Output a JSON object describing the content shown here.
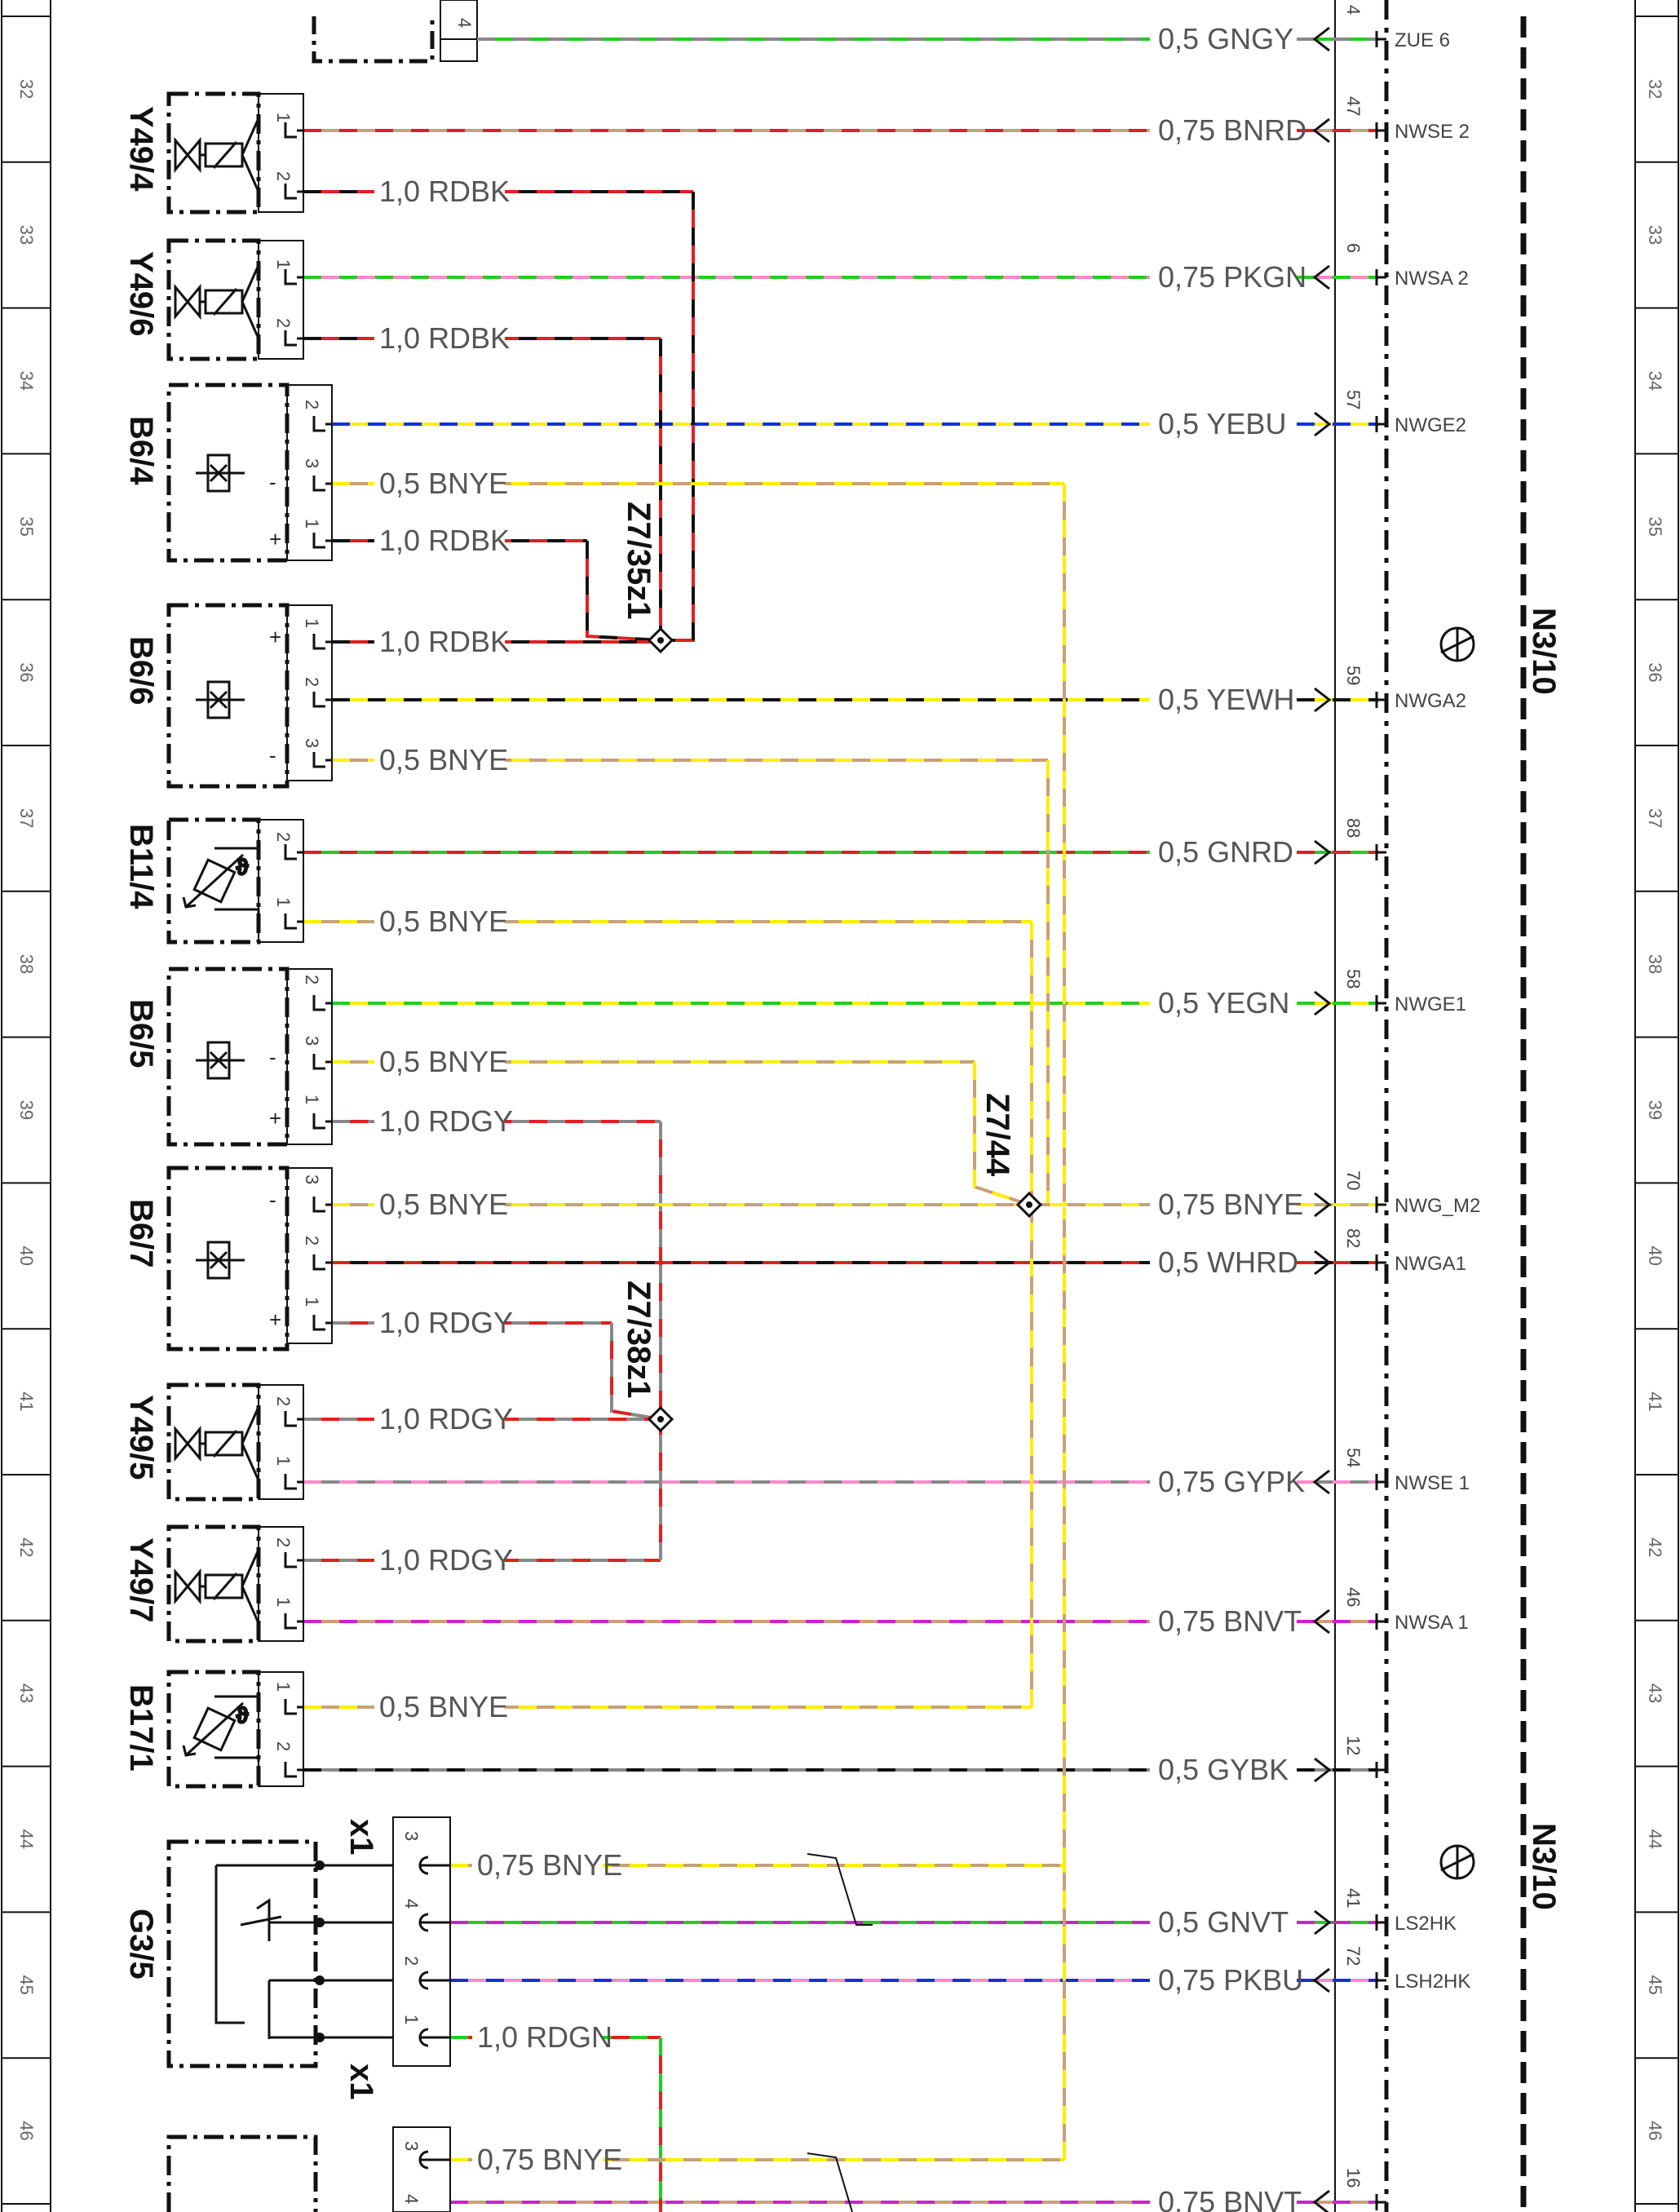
{
  "right_module": {
    "labels": [
      "N3/10",
      "N3/10"
    ]
  },
  "row_numbers": [
    "32",
    "33",
    "34",
    "35",
    "36",
    "37",
    "38",
    "39",
    "40",
    "41",
    "42",
    "43",
    "44",
    "45",
    "46"
  ],
  "components": [
    {
      "name": "Y49/4",
      "type": "valve"
    },
    {
      "name": "Y49/6",
      "type": "valve"
    },
    {
      "name": "B6/4",
      "type": "sensor"
    },
    {
      "name": "B6/6",
      "type": "sensor"
    },
    {
      "name": "B11/4",
      "type": "temp"
    },
    {
      "name": "B6/5",
      "type": "sensor"
    },
    {
      "name": "B6/7",
      "type": "sensor"
    },
    {
      "name": "Y49/5",
      "type": "valve"
    },
    {
      "name": "Y49/7",
      "type": "valve"
    },
    {
      "name": "B17/1",
      "type": "temp"
    },
    {
      "name": "G3/5",
      "type": "oxygen"
    }
  ],
  "connector_label": "x1",
  "splices": [
    "Z7/35z1",
    "Z7/44",
    "Z7/38z1"
  ],
  "wires": [
    {
      "size": "0,5",
      "color": "GNGY",
      "pin": "4",
      "signal": "ZUE 6",
      "colors": [
        "#22cc22",
        "#888888"
      ]
    },
    {
      "size": "0,75",
      "color": "BNRD",
      "pin": "47",
      "signal": "NWSE 2",
      "colors": [
        "#c8a078",
        "#e02020"
      ]
    },
    {
      "size": "0,75",
      "color": "PKGN",
      "pin": "6",
      "signal": "NWSA 2",
      "colors": [
        "#ff88cc",
        "#22cc22"
      ]
    },
    {
      "size": "0,5",
      "color": "YEBU",
      "pin": "57",
      "signal": "NWGE2",
      "colors": [
        "#ffee00",
        "#1030e0"
      ]
    },
    {
      "size": "0,5",
      "color": "YEWH",
      "pin": "59",
      "signal": "NWGA2",
      "colors": [
        "#ffee00",
        "#111111"
      ]
    },
    {
      "size": "0,5",
      "color": "GNRD",
      "pin": "88",
      "signal": "",
      "colors": [
        "#22cc22",
        "#e02020"
      ]
    },
    {
      "size": "0,5",
      "color": "YEGN",
      "pin": "58",
      "signal": "NWGE1",
      "colors": [
        "#ffee00",
        "#22cc22"
      ]
    },
    {
      "size": "0,75",
      "color": "BNYE",
      "pin": "70",
      "signal": "NWG_M2",
      "colors": [
        "#c8a078",
        "#ffee00"
      ]
    },
    {
      "size": "0,5",
      "color": "WHRD",
      "pin": "82",
      "signal": "NWGA1",
      "colors": [
        "#111111",
        "#e02020"
      ]
    },
    {
      "size": "0,75",
      "color": "GYPK",
      "pin": "54",
      "signal": "NWSE 1",
      "colors": [
        "#888888",
        "#ff88cc"
      ]
    },
    {
      "size": "0,75",
      "color": "BNVT",
      "pin": "46",
      "signal": "NWSA 1",
      "colors": [
        "#c8a078",
        "#cc22cc"
      ]
    },
    {
      "size": "0,5",
      "color": "GYBK",
      "pin": "12",
      "signal": "",
      "colors": [
        "#888888",
        "#111111"
      ]
    },
    {
      "size": "0,5",
      "color": "GNVT",
      "pin": "41",
      "signal": "LS2HK",
      "colors": [
        "#22cc22",
        "#cc22cc"
      ]
    },
    {
      "size": "0,75",
      "color": "PKBU",
      "pin": "72",
      "signal": "LSH2HK",
      "colors": [
        "#ff88cc",
        "#1030e0"
      ]
    },
    {
      "size": "0,75",
      "color": "BNVT",
      "pin": "16",
      "signal": "",
      "colors": [
        "#c8a078",
        "#cc22cc"
      ]
    }
  ],
  "left_wires": [
    {
      "size": "1,0",
      "color": "RDBK",
      "colors": [
        "#e02020",
        "#111111"
      ]
    },
    {
      "size": "1,0",
      "color": "RDBK",
      "colors": [
        "#e02020",
        "#111111"
      ]
    },
    {
      "size": "0,5",
      "color": "BNYE",
      "colors": [
        "#c8a078",
        "#ffee00"
      ]
    },
    {
      "size": "1,0",
      "color": "RDBK",
      "colors": [
        "#e02020",
        "#111111"
      ]
    },
    {
      "size": "1,0",
      "color": "RDBK",
      "colors": [
        "#e02020",
        "#111111"
      ]
    },
    {
      "size": "0,5",
      "color": "BNYE",
      "colors": [
        "#c8a078",
        "#ffee00"
      ]
    },
    {
      "size": "0,5",
      "color": "BNYE",
      "colors": [
        "#c8a078",
        "#ffee00"
      ]
    },
    {
      "size": "0,5",
      "color": "BNYE",
      "colors": [
        "#c8a078",
        "#ffee00"
      ]
    },
    {
      "size": "1,0",
      "color": "RDGY",
      "colors": [
        "#e02020",
        "#888888"
      ]
    },
    {
      "size": "0,5",
      "color": "BNYE",
      "colors": [
        "#c8a078",
        "#ffee00"
      ]
    },
    {
      "size": "1,0",
      "color": "RDGY",
      "colors": [
        "#e02020",
        "#888888"
      ]
    },
    {
      "size": "1,0",
      "color": "RDGY",
      "colors": [
        "#e02020",
        "#888888"
      ]
    },
    {
      "size": "1,0",
      "color": "RDGY",
      "colors": [
        "#e02020",
        "#888888"
      ]
    },
    {
      "size": "0,5",
      "color": "BNYE",
      "colors": [
        "#c8a078",
        "#ffee00"
      ]
    },
    {
      "size": "0,75",
      "color": "BNYE",
      "colors": [
        "#c8a078",
        "#ffee00"
      ]
    },
    {
      "size": "1,0",
      "color": "RDGN",
      "colors": [
        "#e02020",
        "#22cc22"
      ]
    },
    {
      "size": "0,75",
      "color": "BNYE",
      "colors": [
        "#c8a078",
        "#ffee00"
      ]
    }
  ],
  "pin_numbers": [
    "4",
    "1",
    "2",
    "1",
    "2",
    "2",
    "3",
    "1",
    "1",
    "2",
    "3",
    "2",
    "1",
    "2",
    "3",
    "1",
    "3",
    "2",
    "1",
    "2",
    "1",
    "2",
    "1",
    "1",
    "2",
    "3",
    "4",
    "2",
    "1",
    "3",
    "4"
  ],
  "sign_marks": [
    "-",
    "+",
    "+",
    "-",
    "-",
    "+",
    "-",
    "+"
  ]
}
